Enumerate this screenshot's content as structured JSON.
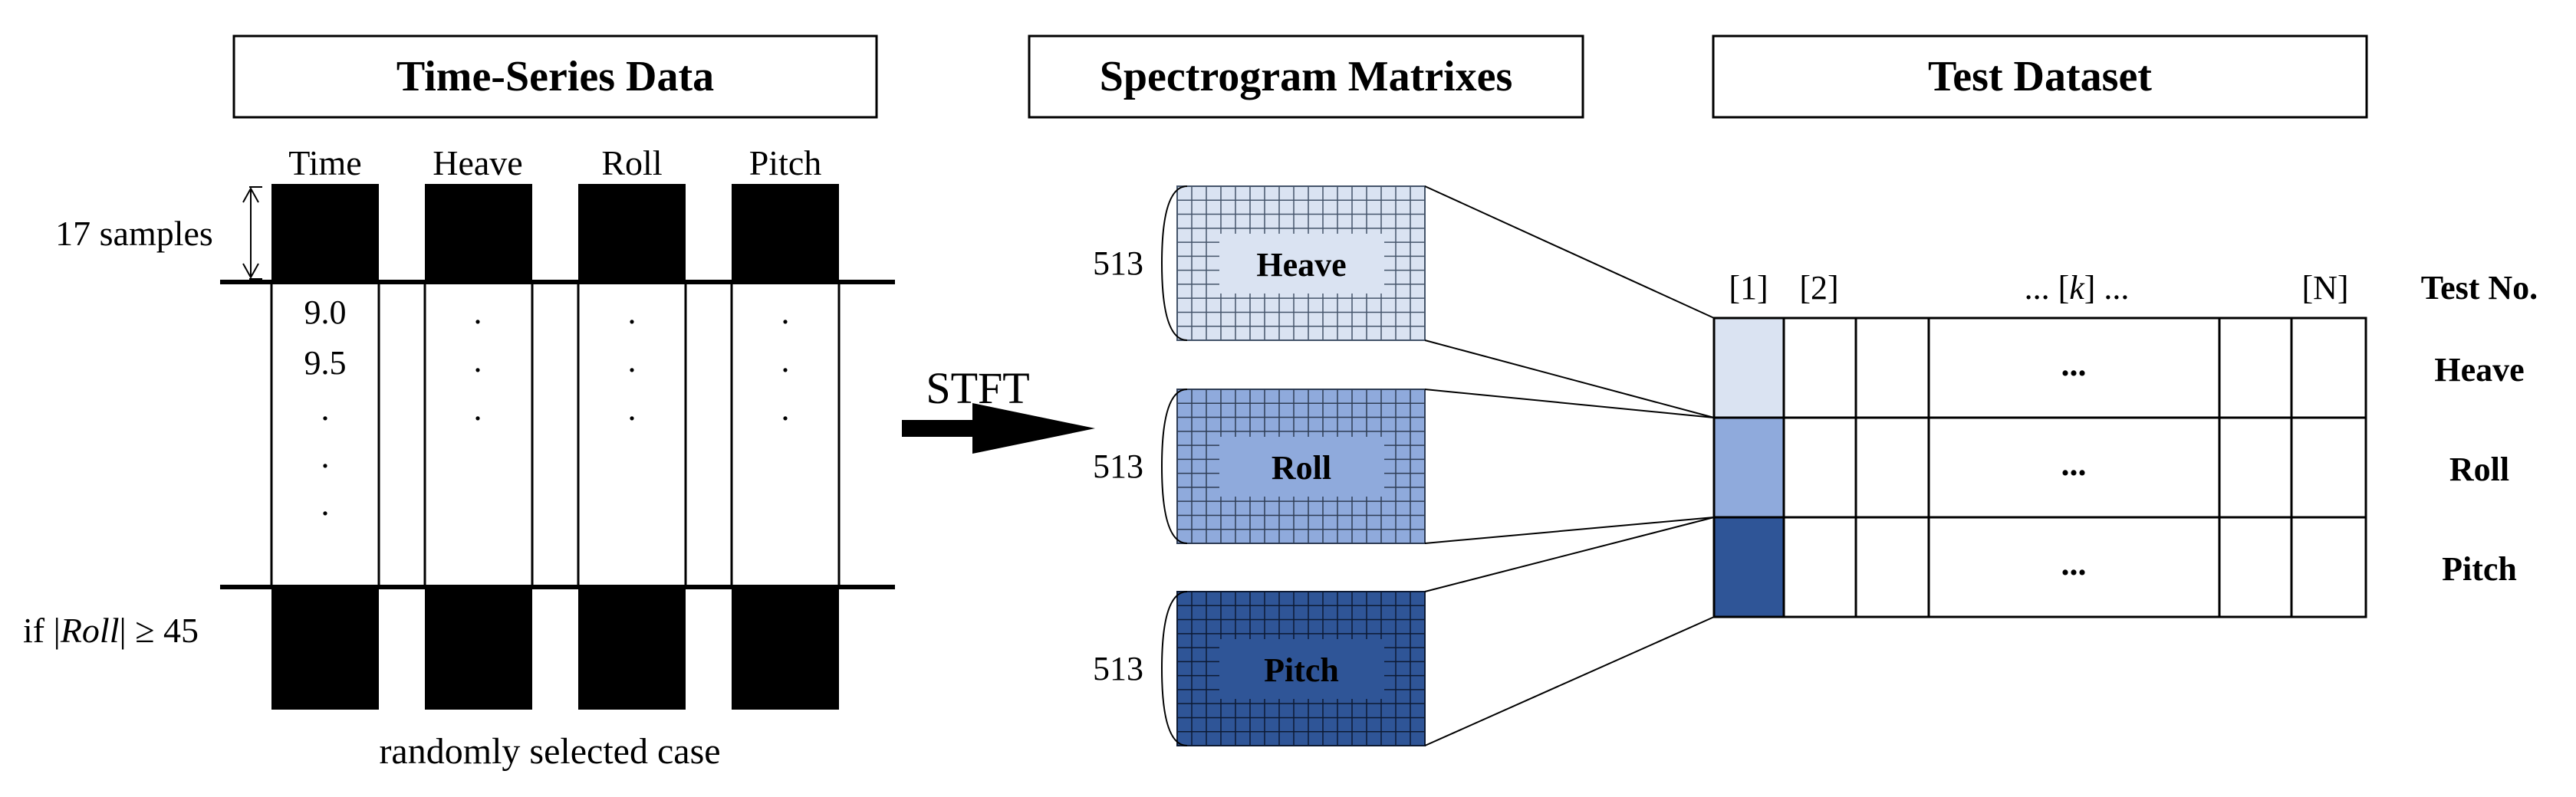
{
  "titles": {
    "time_series": "Time-Series Data",
    "spectrogram": "Spectrogram Matrixes",
    "test_dataset": "Test Dataset"
  },
  "columns": [
    "Time",
    "Heave",
    "Roll",
    "Pitch"
  ],
  "samples_label": "17 samples",
  "time_values": [
    "9.0",
    "9.5"
  ],
  "dot": ".",
  "condition": {
    "prefix": "if |",
    "var": "Roll",
    "suffix": "| ≥ 45"
  },
  "case_label": "randomly selected case",
  "stft_label": "STFT",
  "matrix_size": "513",
  "matrices": [
    {
      "label": "Heave",
      "bg": "#dae3f2",
      "line": "#44546a"
    },
    {
      "label": "Roll",
      "bg": "#8faadc",
      "line": "#2f3d55"
    },
    {
      "label": "Pitch",
      "bg": "#2f5597",
      "line": "#0d1a33"
    }
  ],
  "cell_colors": [
    "#dae3f2",
    "#8faadc",
    "#2f5597"
  ],
  "test_headers": {
    "first": "[1]",
    "second": "[2]",
    "middle_prefix": "... [",
    "middle_var": "k",
    "middle_suffix": "] ...",
    "last": "[N]",
    "row_title": "Test No."
  },
  "row_labels": [
    "Heave",
    "Roll",
    "Pitch"
  ],
  "ellipsis": "..."
}
